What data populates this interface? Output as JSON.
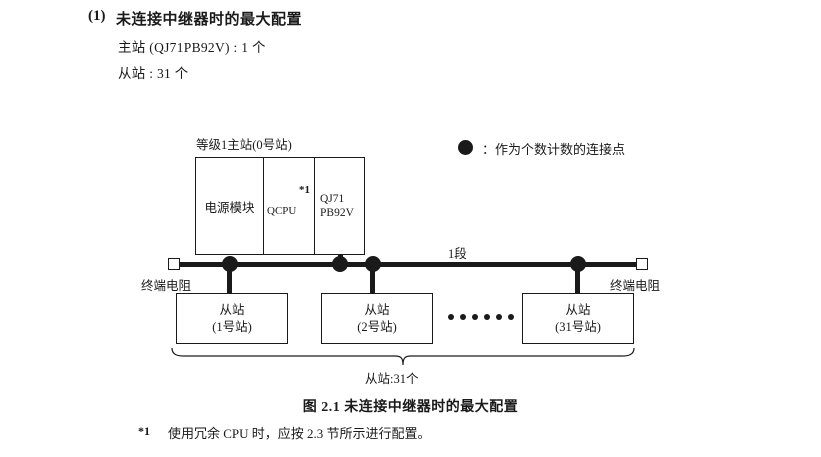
{
  "heading": {
    "number": "(1)",
    "title": "未连接中继器时的最大配置",
    "spec_master": "主站 (QJ71PB92V) : 1 个",
    "spec_slave": "从站 : 31 个"
  },
  "legend": {
    "marker_icon": "filled-circle-icon",
    "text": "：作为个数计数的连接点"
  },
  "diagram": {
    "master_caption": "等级1主站(0号站)",
    "rack": {
      "power_label": "电源模块",
      "cpu_label": "QCPU",
      "cpu_footnote_mark": "*1",
      "network_label_line1": "QJ71",
      "network_label_line2": "PB92V"
    },
    "bus": {
      "segment_label": "1段",
      "terminator_left_label": "终端电阻",
      "terminator_right_label": "终端电阻",
      "terminator_icon": "open-square-icon",
      "node_icon": "filled-circle-icon"
    },
    "slaves": [
      {
        "name": "从站",
        "number": "(1号站)"
      },
      {
        "name": "从站",
        "number": "(2号站)"
      },
      {
        "name": "从站",
        "number": "(31号站)"
      }
    ],
    "ellipsis_icon": "horizontal-dots-icon",
    "brace_label": "从站:31个"
  },
  "figure": {
    "caption": "图 2.1  未连接中继器时的最大配置"
  },
  "footnote": {
    "mark": "*1",
    "text": "使用冗余 CPU 时，应按 2.3 节所示进行配置。"
  },
  "colors": {
    "ink": "#1a1a1a",
    "page": "#ffffff"
  }
}
